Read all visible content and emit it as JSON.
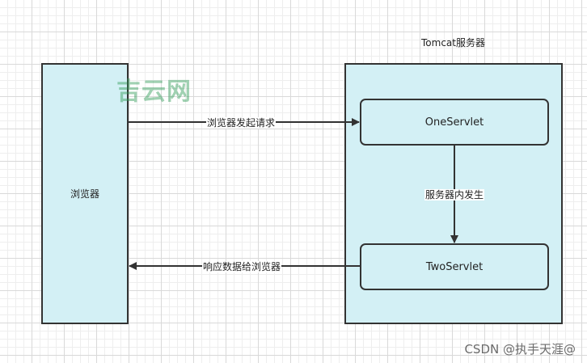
{
  "colors": {
    "box_fill": "#d3f0f5",
    "stroke": "#333333",
    "watermark": "#2f9a56"
  },
  "nodes": {
    "browser": {
      "label": "浏览器"
    },
    "server": {
      "title": "Tomcat服务器"
    },
    "one_servlet": {
      "label": "OneServlet"
    },
    "two_servlet": {
      "label": "TwoServlet"
    }
  },
  "edges": {
    "request": {
      "label": "浏览器发起请求",
      "from": "浏览器",
      "to": "OneServlet"
    },
    "internal": {
      "label": "服务器内发生",
      "from": "OneServlet",
      "to": "TwoServlet"
    },
    "response": {
      "label": "响应数据给浏览器",
      "from": "TwoServlet",
      "to": "浏览器"
    }
  },
  "watermark": {
    "text": "吉云网"
  },
  "credit": {
    "text": "CSDN @执手天涯@"
  }
}
